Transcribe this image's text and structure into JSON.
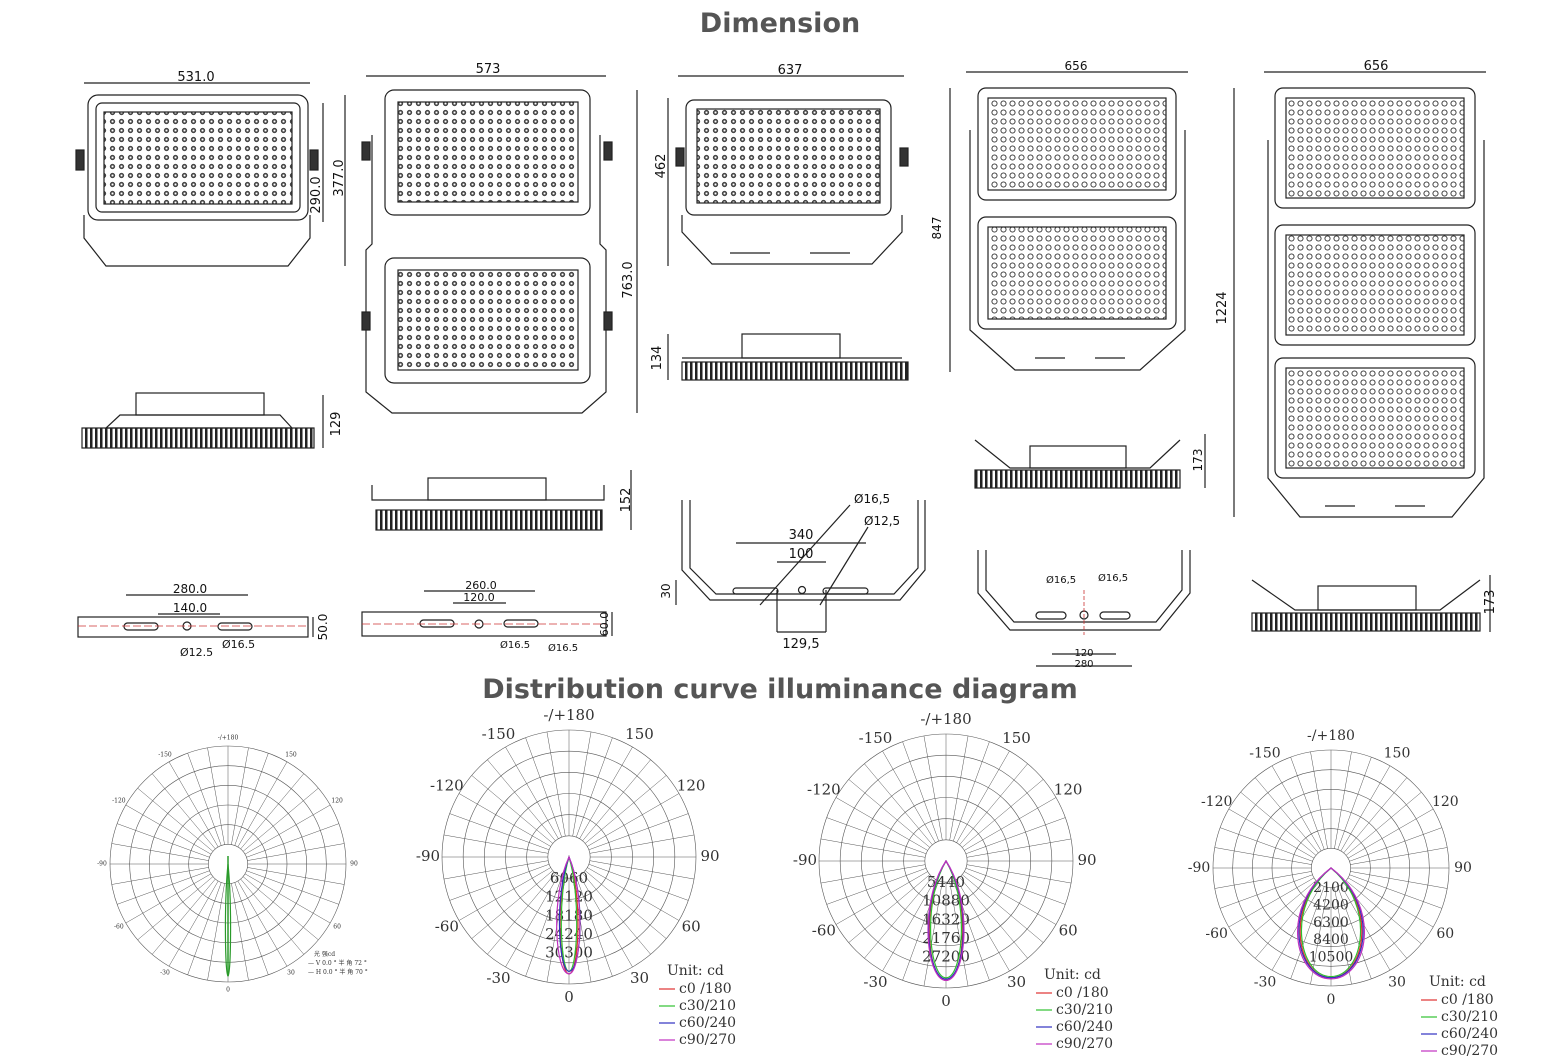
{
  "titles": {
    "dimension": "Dimension",
    "distribution": "Distribution curve illuminance diagram"
  },
  "drawings": {
    "d1": {
      "width": "531.0",
      "height_inner": "290.0",
      "height_outer": "377.0",
      "depth": "129",
      "bracket_outer": "280.0",
      "bracket_inner": "140.0",
      "hole_a": "Ø16.5",
      "hole_b": "Ø12.5",
      "bracket_h": "50.0"
    },
    "d2": {
      "width": "573",
      "height": "763.0",
      "depth": "152",
      "bracket_outer": "260.0",
      "bracket_inner": "120.0",
      "hole_a": "Ø16.5",
      "hole_b": "Ø16.5",
      "bracket_h": "60.0"
    },
    "d3": {
      "width": "637",
      "height": "462",
      "depth": "134",
      "bracket_340": "340",
      "bracket_100": "100",
      "bracket_1295": "129,5",
      "bracket_h": "30",
      "hole_a": "Ø16,5",
      "hole_b": "Ø12,5"
    },
    "d4": {
      "width": "656",
      "height": "847",
      "depth": "173",
      "hole_a": "Ø16,5",
      "hole_b": "Ø16,5",
      "b1": "120",
      "b2": "280"
    },
    "d5": {
      "width": "656",
      "height": "1224",
      "depth": "173"
    }
  },
  "polar": {
    "p1": {
      "top": "-/+180",
      "m150": "-150",
      "p150": "150",
      "m120": "-120",
      "p120": "120",
      "m90": "-90",
      "p90": "90",
      "m60": "-60",
      "p60": "60",
      "m30": "-30",
      "p30": "30",
      "zero": "0",
      "legend_unit": "光 强cd",
      "legend_v": "— V 0.0 ° 半 角 72 °",
      "legend_h": "— H 0.0 ° 半 角 70 °"
    },
    "p2": {
      "top": "-/+180",
      "m150": "-150",
      "p150": "150",
      "m120": "-120",
      "p120": "120",
      "m90": "-90",
      "p90": "90",
      "m60": "-60",
      "p60": "60",
      "m30": "-30",
      "p30": "30",
      "zero": "0",
      "rings": [
        "6060",
        "12120",
        "18180",
        "24240",
        "30300"
      ],
      "unit": "Unit: cd",
      "legend": [
        "c0 /180",
        "c30/210",
        "c60/240",
        "c90/270"
      ]
    },
    "p3": {
      "top": "-/+180",
      "m150": "-150",
      "p150": "150",
      "m120": "-120",
      "p120": "120",
      "m90": "-90",
      "p90": "90",
      "m60": "-60",
      "p60": "60",
      "m30": "-30",
      "p30": "30",
      "zero": "0",
      "rings": [
        "5440",
        "10880",
        "16320",
        "21760",
        "27200"
      ],
      "unit": "Unit: cd",
      "legend": [
        "c0 /180",
        "c30/210",
        "c60/240",
        "c90/270"
      ]
    },
    "p4": {
      "top": "-/+180",
      "m150": "-150",
      "p150": "150",
      "m120": "-120",
      "p120": "120",
      "m90": "-90",
      "p90": "90",
      "m60": "-60",
      "p60": "60",
      "m30": "-30",
      "p30": "30",
      "zero": "0",
      "rings": [
        "2100",
        "4200",
        "6300",
        "8400",
        "10500"
      ],
      "unit": "Unit: cd",
      "legend": [
        "c0 /180",
        "c30/210",
        "c60/240",
        "c90/270"
      ]
    }
  },
  "colors": {
    "c0": "#e03030",
    "c30": "#30c030",
    "c60": "#3030c0",
    "c90": "#c030c0",
    "line": "#222222",
    "grid": "#555555"
  }
}
